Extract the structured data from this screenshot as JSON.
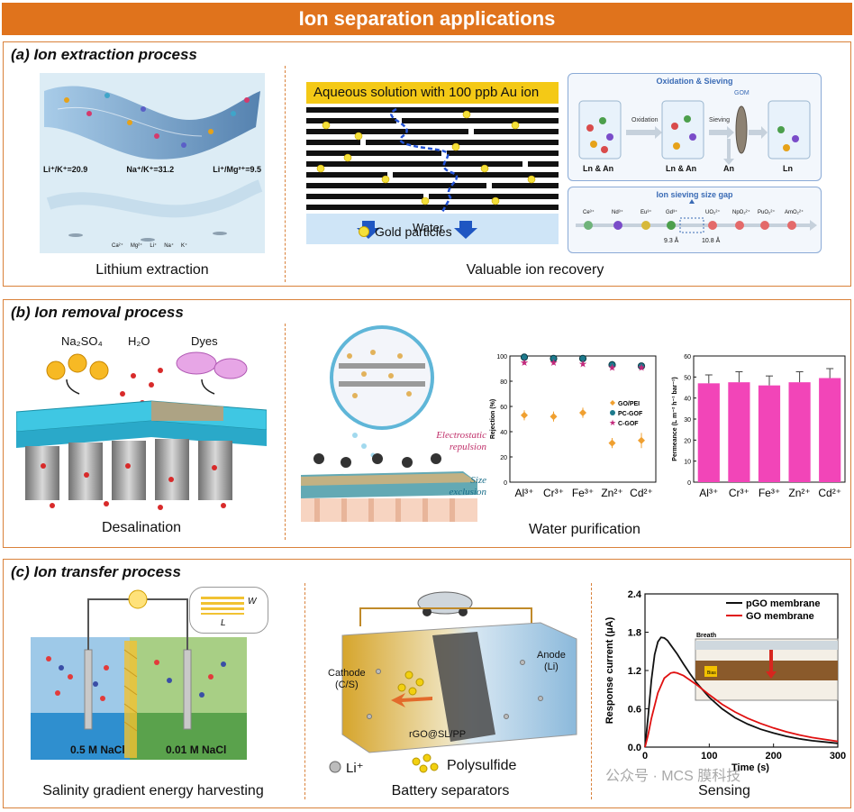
{
  "header": {
    "title": "Ion separation applications"
  },
  "panel_a": {
    "title": "(a) Ion extraction process",
    "lithium": {
      "caption": "Lithium extraction",
      "ratios": [
        "Li⁺/K⁺=20.9",
        "Na⁺/K⁺=31.2",
        "Li⁺/Mg²⁺=9.5"
      ],
      "legend": [
        "Ca²⁺",
        "Mg²⁺",
        "Li⁺",
        "Na⁺",
        "K⁺"
      ]
    },
    "gold": {
      "solution_label": "Aqueous solution with 100 ppb Au ion",
      "water_label": "Water",
      "legend_label": "Gold particles"
    },
    "recovery": {
      "caption": "Valuable ion recovery",
      "top_title": "Oxidation & Sieving",
      "oxidation": "Oxidation",
      "sieving": "Sieving",
      "gom": "GOM",
      "beaker1": "Ln & An",
      "beaker2": "Ln & An",
      "beaker3": "Ln",
      "an": "An",
      "bottom_title": "Ion sieving size gap",
      "ions": [
        "Ce³⁺",
        "Nd³⁺",
        "Eu³⁺",
        "Gd³⁺",
        "UO₂²⁺",
        "NpO₂²⁺",
        "PuO₂²⁺",
        "AmO₂²⁺"
      ],
      "gap_left": "9.3 Å",
      "gap_right": "10.8 Å"
    }
  },
  "panel_b": {
    "title": "(b) Ion removal process",
    "desal": {
      "caption": "Desalination",
      "labels": [
        "Na₂SO₄",
        "H₂O",
        "Dyes"
      ]
    },
    "membrane": {
      "electrostatic": "Electrostatic repulsion",
      "size": "Size exclusion"
    },
    "purification_caption": "Water purification"
  },
  "panel_c": {
    "title": "(c) Ion transfer process",
    "salinity": {
      "caption": "Salinity gradient energy harvesting",
      "left_conc": "0.5 M NaCl",
      "right_conc": "0.01 M NaCl",
      "w_label": "W",
      "l_label": "L"
    },
    "battery": {
      "caption": "Battery separators",
      "cathode": "Cathode",
      "cathode_sub": "(C/S)",
      "anode": "Anode",
      "anode_sub": "(Li)",
      "separator": "rGO@SL/PP",
      "li_legend": "Li⁺",
      "ps_legend": "Polysulfide"
    },
    "sensing_caption": "Sensing"
  },
  "watermark": "公众号 · MCS 膜科技",
  "chart_data": [
    {
      "type": "scatter",
      "categories": [
        "Al³⁺",
        "Cr³⁺",
        "Fe³⁺",
        "Zn²⁺",
        "Cd²⁺"
      ],
      "ylabel": "Rejection (%)",
      "ylim": [
        0,
        100
      ],
      "yticks": [
        0,
        20,
        40,
        60,
        80,
        100
      ],
      "legend_position": "right",
      "series": [
        {
          "name": "GO/PEI",
          "marker": "diamond",
          "color": "#f0a030",
          "values": [
            53,
            52,
            55,
            31,
            33
          ],
          "errors": [
            4,
            4,
            4,
            4,
            6
          ]
        },
        {
          "name": "PC-GOF",
          "marker": "circle",
          "color": "#1d7a8c",
          "values": [
            99,
            98,
            98,
            93,
            92
          ],
          "errors": [
            1,
            1,
            1,
            3,
            2
          ]
        },
        {
          "name": "C-GOF",
          "marker": "star",
          "color": "#c2287b",
          "values": [
            95,
            95,
            94,
            91,
            91
          ],
          "errors": [
            2,
            2,
            2,
            2,
            2
          ]
        }
      ]
    },
    {
      "type": "bar",
      "categories": [
        "Al³⁺",
        "Cr³⁺",
        "Fe³⁺",
        "Zn²⁺",
        "Cd²⁺"
      ],
      "ylabel": "Permeance (L m⁻² h⁻¹ bar⁻¹)",
      "ylim": [
        0,
        60
      ],
      "yticks": [
        0,
        10,
        20,
        30,
        40,
        50,
        60
      ],
      "color": "#f245b8",
      "values": [
        47,
        47.5,
        46,
        47.5,
        49.5
      ],
      "errors": [
        4,
        5,
        4.5,
        5,
        4.5
      ]
    },
    {
      "type": "line",
      "xlabel": "Time (s)",
      "ylabel": "Response current (μA)",
      "xlim": [
        0,
        300
      ],
      "ylim": [
        0,
        2.4
      ],
      "xticks": [
        0,
        100,
        200,
        300
      ],
      "yticks": [
        0,
        0.6,
        1.2,
        1.8,
        2.4
      ],
      "legend_position": "top-right",
      "inset_labels": [
        "Breath",
        "Bias"
      ],
      "series": [
        {
          "name": "pGO membrane",
          "color": "#111111",
          "x": [
            0,
            5,
            10,
            15,
            20,
            25,
            30,
            35,
            40,
            50,
            60,
            70,
            80,
            100,
            120,
            140,
            160,
            180,
            200,
            220,
            240,
            260,
            280,
            300
          ],
          "y": [
            0,
            0.5,
            1.05,
            1.45,
            1.65,
            1.72,
            1.71,
            1.67,
            1.6,
            1.46,
            1.3,
            1.15,
            1.01,
            0.78,
            0.6,
            0.46,
            0.36,
            0.28,
            0.22,
            0.17,
            0.13,
            0.1,
            0.08,
            0.06
          ]
        },
        {
          "name": "GO membrane",
          "color": "#e01010",
          "x": [
            0,
            5,
            10,
            20,
            30,
            40,
            45,
            50,
            60,
            70,
            80,
            100,
            120,
            140,
            160,
            180,
            200,
            220,
            240,
            260,
            280,
            300
          ],
          "y": [
            0,
            0.2,
            0.45,
            0.85,
            1.08,
            1.16,
            1.17,
            1.16,
            1.12,
            1.05,
            0.98,
            0.82,
            0.67,
            0.55,
            0.45,
            0.37,
            0.3,
            0.24,
            0.19,
            0.15,
            0.12,
            0.09
          ]
        }
      ]
    }
  ]
}
